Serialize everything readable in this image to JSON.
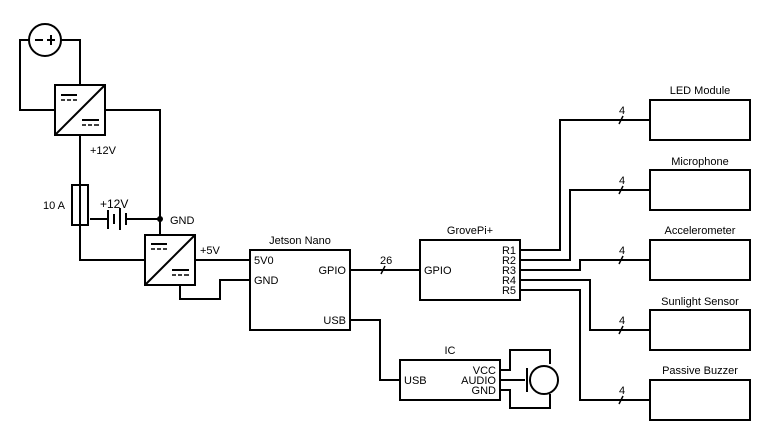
{
  "power": {
    "upper_converter_label": "+12V",
    "fuse_label": "10 A",
    "battery_label": "+12V",
    "gnd_label": "GND",
    "lower_converter_label": "+5V"
  },
  "jetson": {
    "title": "Jetson Nano",
    "pin_5v0": "5V0",
    "pin_gnd": "GND",
    "pin_gpio": "GPIO",
    "pin_usb": "USB"
  },
  "bus": {
    "gpio_width": "26"
  },
  "grovepi": {
    "title": "GrovePi+",
    "pin_gpio": "GPIO",
    "ports": [
      "R1",
      "R2",
      "R3",
      "R4",
      "R5"
    ]
  },
  "ic": {
    "title": "IC",
    "pin_usb": "USB",
    "pin_vcc": "VCC",
    "pin_audio": "AUDIO",
    "pin_gnd": "GND"
  },
  "modules": [
    {
      "name": "LED Module",
      "bus_width": "4"
    },
    {
      "name": "Microphone",
      "bus_width": "4"
    },
    {
      "name": "Accelerometer",
      "bus_width": "4"
    },
    {
      "name": "Sunlight Sensor",
      "bus_width": "4"
    },
    {
      "name": "Passive Buzzer",
      "bus_width": "4"
    }
  ]
}
